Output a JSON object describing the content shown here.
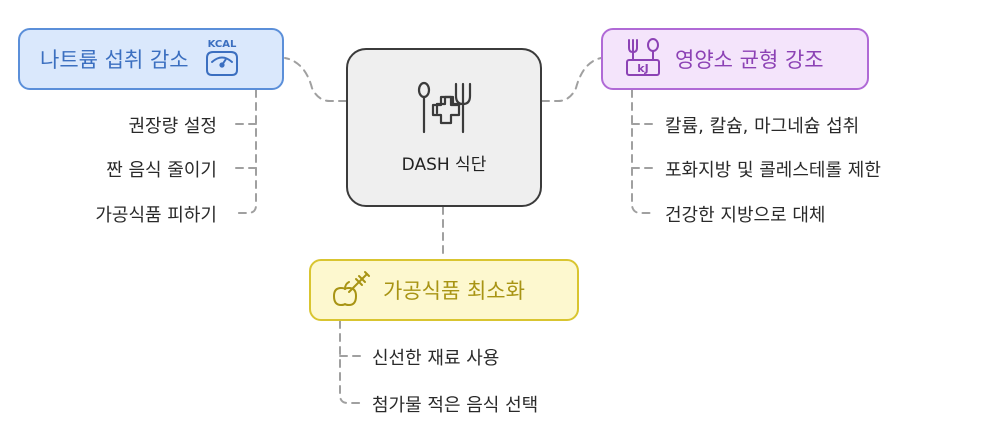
{
  "center": {
    "label": "DASH 식단",
    "icon": "fork-plus-utensils-icon"
  },
  "topics": {
    "sodium": {
      "label": "나트륨 섭취 감소",
      "icon": "scale-kcal-icon",
      "icon_text": "KCAL",
      "color": "#5b8fd9",
      "fill": "#dae8fc",
      "leaves": [
        "권장량 설정",
        "짠 음식 줄이기",
        "가공식품 피하기"
      ]
    },
    "balance": {
      "label": "영양소 균형 강조",
      "icon": "kj-utensils-icon",
      "icon_text": "kJ",
      "color": "#b06ad6",
      "fill": "#f4e4fb",
      "leaves": [
        "칼륨, 칼슘, 마그네슘 섭취",
        "포화지방 및 콜레스테롤 제한",
        "건강한 지방으로 대체"
      ]
    },
    "processed": {
      "label": "가공식품 최소화",
      "icon": "apple-syringe-icon",
      "color": "#d9c530",
      "fill": "#fdf8cf",
      "leaves": [
        "신선한 재료 사용",
        "첨가물 적은 음식 선택"
      ]
    }
  }
}
